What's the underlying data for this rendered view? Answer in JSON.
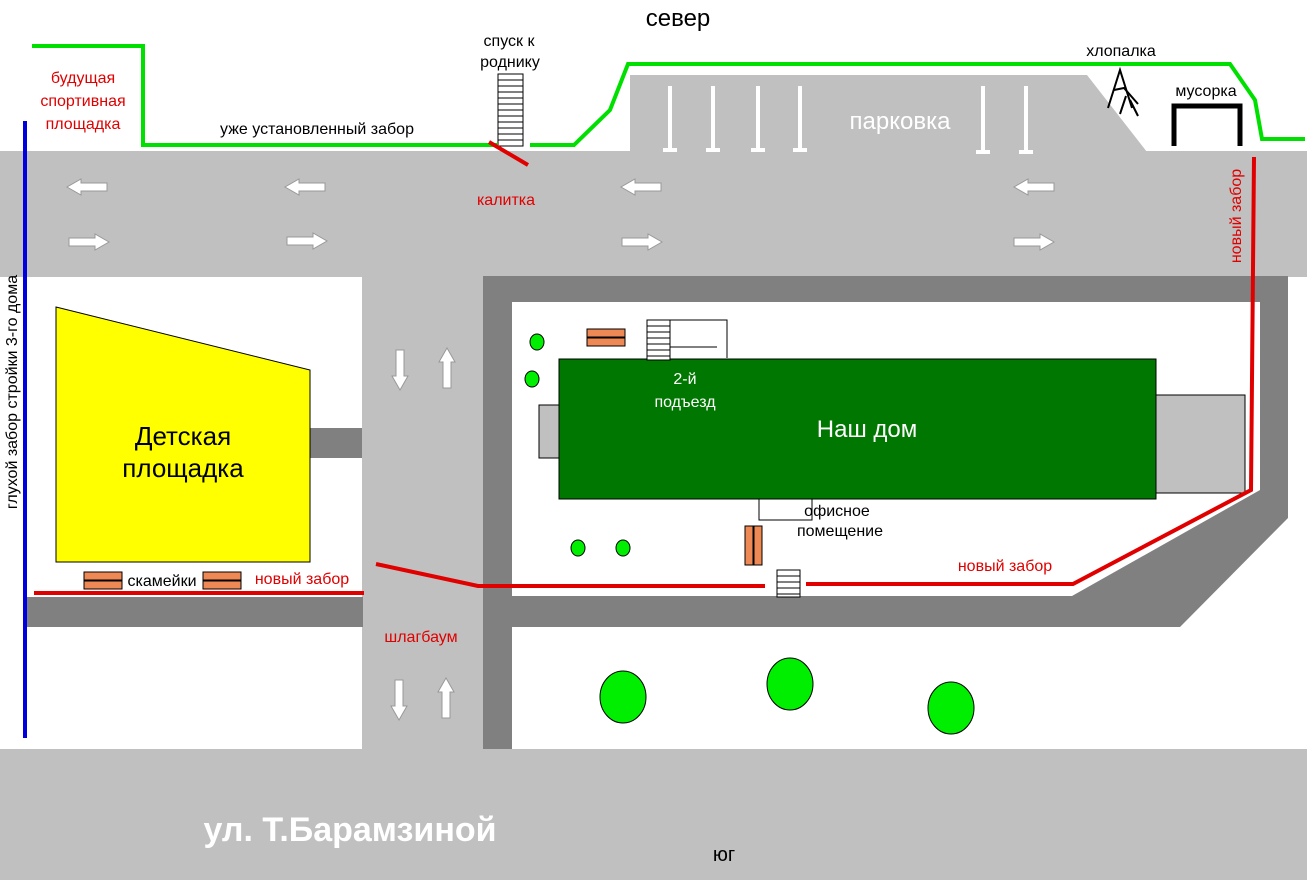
{
  "colors": {
    "road": "#c0c0c0",
    "dark_wall": "#808080",
    "house": "#007700",
    "playground": "#ffff00",
    "old_fence": "#00e000",
    "new_fence": "#e00000",
    "blind_fence": "#0000dd",
    "tree": "#00ee00",
    "bench": "#ee8855"
  },
  "labels": {
    "north": "север",
    "south": "юг",
    "street": "ул. Т.Барамзиной",
    "spring_line1": "спуск к",
    "spring_line2": "роднику",
    "beater": "хлопалка",
    "trash": "мусорка",
    "parking": "парковка",
    "future_sport_line1": "будущая",
    "future_sport_line2": "спортивная",
    "future_sport_line3": "площадка",
    "installed_fence": "уже установленный забор",
    "gate": "калитка",
    "new_fence_right": "новый забор",
    "blind_fence": "глухой забор стройки 3-го дома",
    "playground_line1": "Детская",
    "playground_line2": "площадка",
    "entrance_line1": "2-й",
    "entrance_line2": "подъезд",
    "our_house": "Наш дом",
    "office_line1": "офисное",
    "office_line2": "помещение",
    "benches": "скамейки",
    "new_fence_left": "новый забор",
    "new_fence_bottom": "новый забор",
    "barrier": "шлагбаум"
  },
  "icons": {
    "arrow": "arrow-icon",
    "tree": "tree-icon",
    "bench": "bench-icon",
    "stairs": "stairs-icon",
    "beater": "carpet-beater-icon",
    "trash": "trash-bin-icon"
  }
}
